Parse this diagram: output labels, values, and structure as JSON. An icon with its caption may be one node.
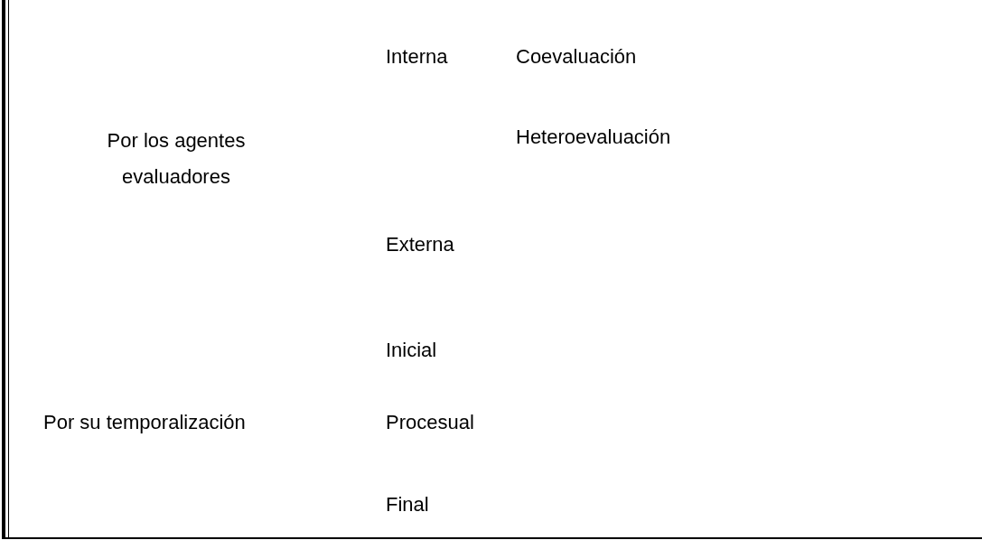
{
  "diagram": {
    "labels": [
      "Interna",
      "Coevaluación",
      "Por los agentes evaluadores",
      "Heteroevaluación",
      "Externa",
      "Inicial",
      "Por su temporalización",
      "Procesual",
      "Final"
    ]
  }
}
